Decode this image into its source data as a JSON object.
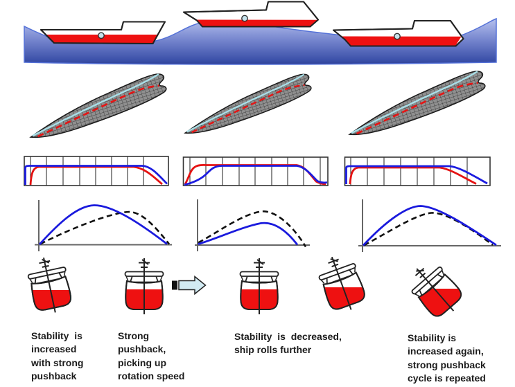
{
  "figure": {
    "type": "ship-parametric-roll-stability-cycle-diagram",
    "captions": [
      {
        "lines": [
          "Stability  is",
          "increased",
          "with strong",
          "pushback"
        ]
      },
      {
        "lines": [
          "Strong",
          "pushback,",
          "picking up",
          "rotation speed"
        ]
      },
      {
        "lines": [
          "Stability  is  decreased,",
          "ship rolls further"
        ]
      },
      {
        "lines": [
          "Stability is",
          "increased again,",
          "strong pushback",
          "cycle is repeated"
        ]
      }
    ],
    "colors": {
      "underwater_hull_red": "#ee1111",
      "water_gradient_top": "#b7c2ee",
      "water_gradient_bottom": "#2e4096",
      "stability_curve_blue": "#1a1add",
      "reference_curve_dashed_black": "#111111",
      "waterline_highlight_cyan": "#a8dfe8",
      "mesh_hull_gray": "#8f8f8f",
      "cycle_arrow_fill": "#d2ebf3"
    },
    "panels": {
      "wave_profile_row": {
        "ship_positions": [
          "trough",
          "crest",
          "trough"
        ]
      },
      "mesh_hull_row": [
        "immersed hull in wave trough",
        "immersed hull on wave crest",
        "immersed hull in wave trough"
      ],
      "sectional_area_plots": [
        {
          "blue": "rises at bow, long plateau, falls at far stern",
          "red": "rises slightly later, falls earlier than blue"
        },
        {
          "red": "rises before blue at bow",
          "blue": "rises later, both fall together at stern"
        },
        {
          "blue": "rises at bow, long plateau, falls at far stern",
          "red": "rises slightly later, falls earlier than blue"
        }
      ],
      "righting_arm_plots": [
        {
          "relation": "solid blue curve above dashed reference (stability increased)"
        },
        {
          "relation": "solid blue curve below dashed reference (stability decreased)"
        },
        {
          "relation": "solid blue curve above dashed reference (stability increased again)"
        }
      ],
      "roll_section_row": {
        "heel_angles_deg": [
          -12,
          0,
          0,
          -20,
          -41
        ],
        "arrow_between": "2nd and 3rd section"
      }
    }
  }
}
